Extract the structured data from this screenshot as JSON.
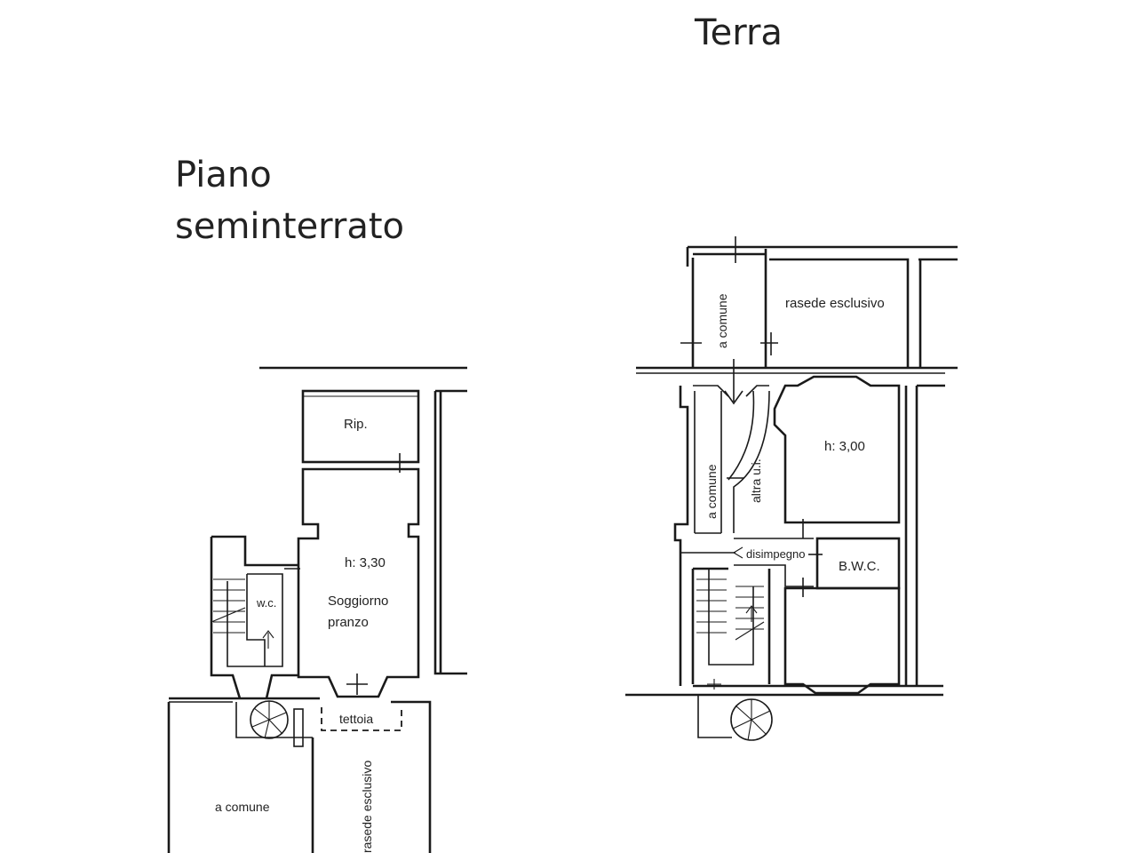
{
  "titles": {
    "terra": "Terra",
    "piano": "Piano",
    "seminterrato": "seminterrato"
  },
  "seminterrato": {
    "rip": "Rip.",
    "height": "h: 3,30",
    "soggiorno_line1": "Soggiorno",
    "soggiorno_line2": "pranzo",
    "wc": "w.c.",
    "tettoia": "tettoia",
    "a_comune": "a comune",
    "rasede_esclusivo": "rasede esclusivo"
  },
  "terra": {
    "a_comune_top": "a comune",
    "rasede_esclusivo": "rasede esclusivo",
    "a_comune_corridor": "a comune",
    "altra_ui": "altra u.i.",
    "height": "h: 3,00",
    "disimpegno": "disimpegno",
    "bwc": "B.W.C."
  },
  "colors": {
    "ink": "#1a1a1a",
    "background": "#ffffff"
  }
}
